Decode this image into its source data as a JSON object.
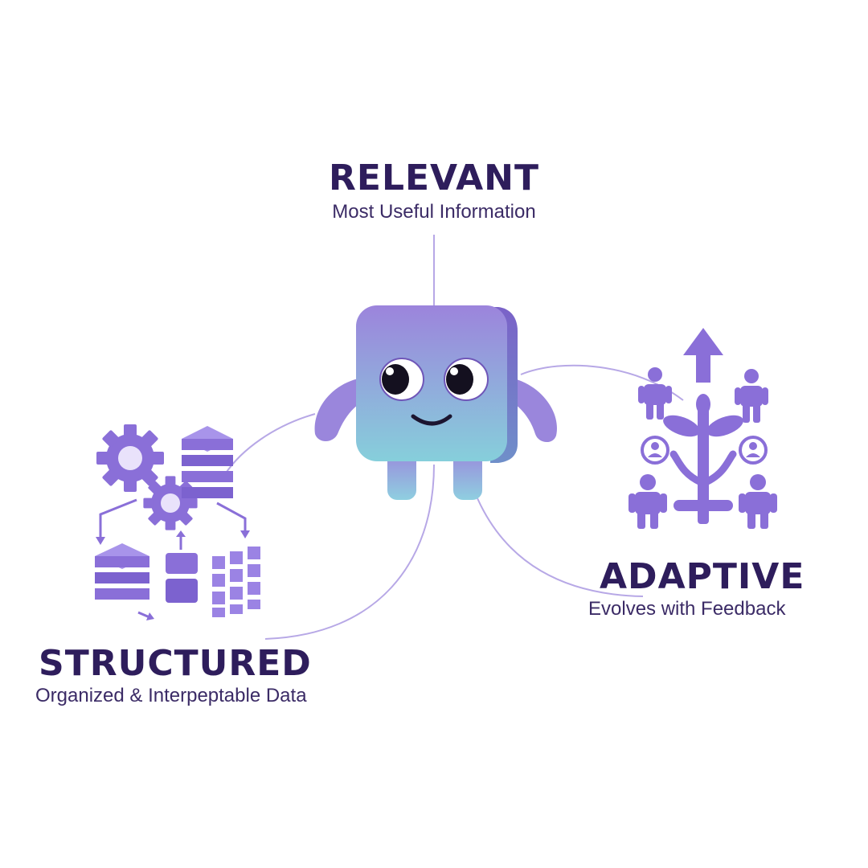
{
  "relevant": {
    "title": "RELEVANT",
    "subtitle": "Most Useful Information"
  },
  "adaptive": {
    "title": "ADAPTIVE",
    "subtitle": "Evolves with Feedback"
  },
  "structured": {
    "title": "STRUCTURED",
    "subtitle": "Organized & Interpeptable Data"
  },
  "colors": {
    "title": "#2e1d5c",
    "accent": "#8a6fd8",
    "accent_dark": "#6b4fc4",
    "mascot_top": "#9c84dc",
    "mascot_bottom": "#86cfdb"
  },
  "icons": {
    "center": "mascot-cube-icon",
    "adaptive": [
      "arrow-up-icon",
      "tree-icon",
      "person-icon",
      "user-circle-icon"
    ],
    "structured": [
      "gear-icon",
      "database-stack-icon",
      "grid-icon",
      "arrow-icon"
    ]
  }
}
